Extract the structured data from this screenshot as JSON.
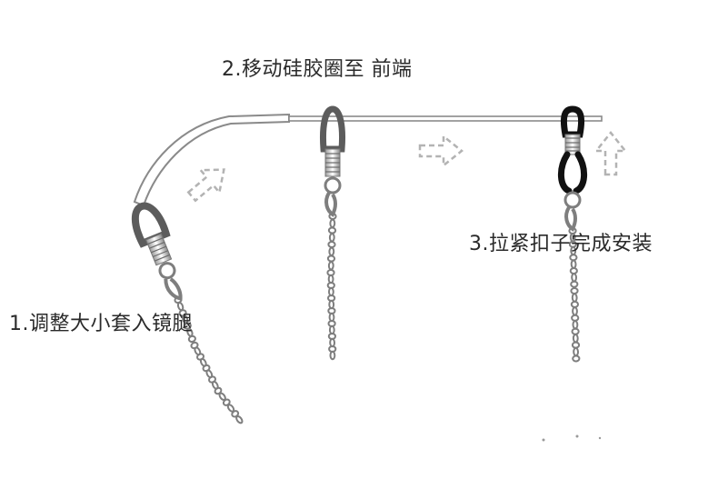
{
  "steps": {
    "step1": "1.调整大小套入镜腿",
    "step2": "2.移动硅胶圈至 前端",
    "step3": "3.拉紧扣子完成安装"
  },
  "colors": {
    "loop_gray": "#5c5c5c",
    "loop_black": "#111111",
    "chain": "#7e7e7e",
    "arm_outline": "#8a8a8a",
    "arrow": "#b3b3b3",
    "text": "#2a2a2a"
  },
  "icons": {
    "arrow1": "dashed-arrow-icon",
    "arrow2": "dashed-arrow-icon",
    "arrow3": "dashed-arrow-icon"
  }
}
